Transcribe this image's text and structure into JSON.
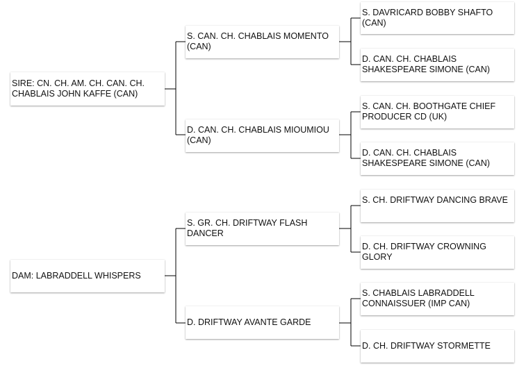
{
  "pedigree": {
    "sire": "SIRE: CN. CH. AM. CH. CAN. CH. CHABLAIS JOHN KAFFE (CAN)",
    "dam": "DAM: LABRADDELL WHISPERS",
    "sire_sire": "S. CAN. CH. CHABLAIS MOMENTO (CAN)",
    "sire_dam": "D. CAN. CH. CHABLAIS MIOUMIOU (CAN)",
    "dam_sire": "S. GR. CH. DRIFTWAY FLASH DANCER",
    "dam_dam": "D. DRIFTWAY AVANTE GARDE",
    "ss_s": "S. DAVRICARD BOBBY SHAFTO (CAN)",
    "ss_d": "D. CAN. CH. CHABLAIS SHAKESPEARE SIMONE (CAN)",
    "sd_s": "S. CAN. CH. BOOTHGATE CHIEF PRODUCER CD (UK)",
    "sd_d": "D. CAN. CH. CHABLAIS SHAKESPEARE SIMONE (CAN)",
    "ds_s": "S. CH. DRIFTWAY DANCING BRAVE",
    "ds_d": "D. CH. DRIFTWAY CROWNING GLORY",
    "dd_s": "S. CHABLAIS LABRADDELL CONNAISSUER (IMP CAN)",
    "dd_d": "D. CH. DRIFTWAY STORMETTE"
  }
}
